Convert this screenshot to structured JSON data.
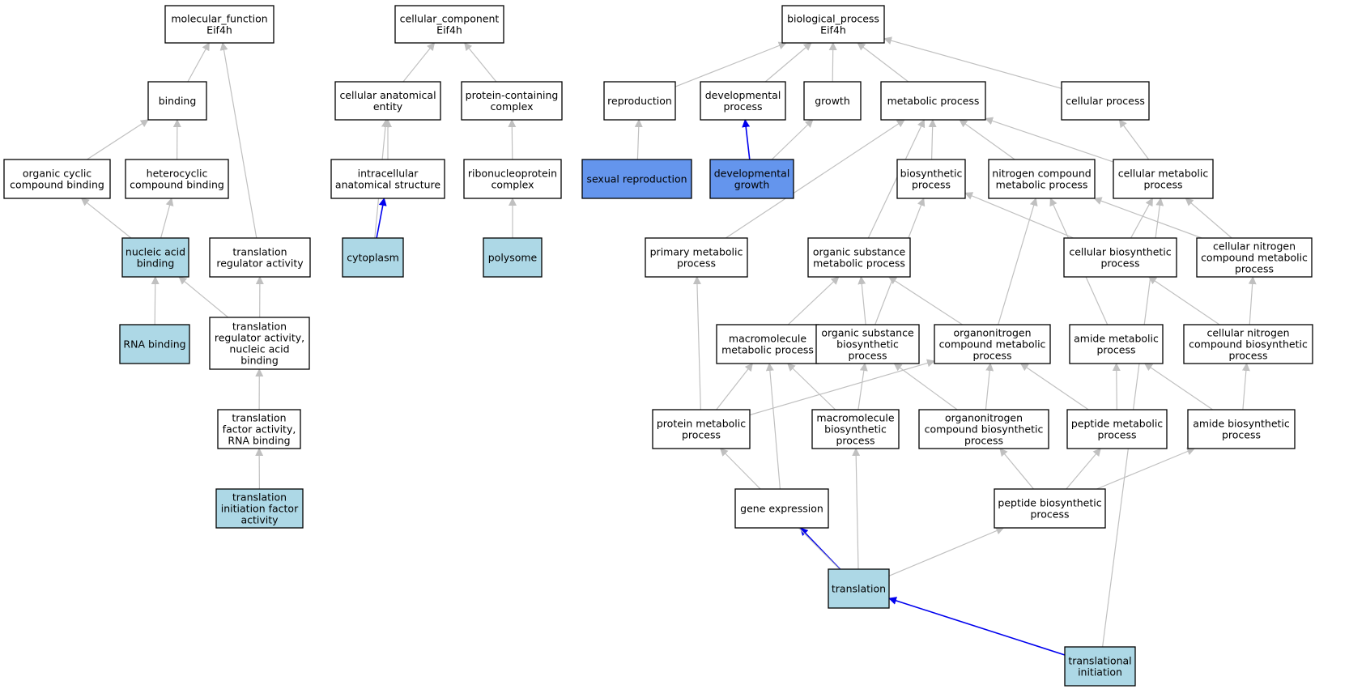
{
  "colors": {
    "edge": "#c0c0c0",
    "edge_highlight": "#0000ee",
    "node_default": "#ffffff",
    "node_light": "#add8e6",
    "node_dark": "#6495ed",
    "border": "#000000"
  },
  "nodes": [
    {
      "id": "mf_root",
      "lines": [
        "molecular_function",
        "Eif4h"
      ],
      "style": "default"
    },
    {
      "id": "binding",
      "lines": [
        "binding"
      ],
      "style": "default"
    },
    {
      "id": "organic_cyclic",
      "lines": [
        "organic cyclic",
        "compound binding"
      ],
      "style": "default"
    },
    {
      "id": "heterocyclic",
      "lines": [
        "heterocyclic",
        "compound binding"
      ],
      "style": "default"
    },
    {
      "id": "nucleic_acid_binding",
      "lines": [
        "nucleic acid",
        "binding"
      ],
      "style": "light"
    },
    {
      "id": "translation_regulator",
      "lines": [
        "translation",
        "regulator activity"
      ],
      "style": "default"
    },
    {
      "id": "rna_binding",
      "lines": [
        "RNA binding"
      ],
      "style": "light"
    },
    {
      "id": "tra_nucleic",
      "lines": [
        "translation",
        "regulator activity,",
        "nucleic acid",
        "binding"
      ],
      "style": "default"
    },
    {
      "id": "tfa_rna",
      "lines": [
        "translation",
        "factor activity,",
        "RNA binding"
      ],
      "style": "default"
    },
    {
      "id": "tifa",
      "lines": [
        "translation",
        "initiation factor",
        "activity"
      ],
      "style": "light"
    },
    {
      "id": "cc_root",
      "lines": [
        "cellular_component",
        "Eif4h"
      ],
      "style": "default"
    },
    {
      "id": "cae",
      "lines": [
        "cellular anatomical",
        "entity"
      ],
      "style": "default"
    },
    {
      "id": "pcc",
      "lines": [
        "protein-containing",
        "complex"
      ],
      "style": "default"
    },
    {
      "id": "ias",
      "lines": [
        "intracellular",
        "anatomical structure"
      ],
      "style": "default"
    },
    {
      "id": "rnp",
      "lines": [
        "ribonucleoprotein",
        "complex"
      ],
      "style": "default"
    },
    {
      "id": "cytoplasm",
      "lines": [
        "cytoplasm"
      ],
      "style": "light"
    },
    {
      "id": "polysome",
      "lines": [
        "polysome"
      ],
      "style": "light"
    },
    {
      "id": "bp_root",
      "lines": [
        "biological_process",
        "Eif4h"
      ],
      "style": "default"
    },
    {
      "id": "reproduction",
      "lines": [
        "reproduction"
      ],
      "style": "default"
    },
    {
      "id": "devproc",
      "lines": [
        "developmental",
        "process"
      ],
      "style": "default"
    },
    {
      "id": "growth",
      "lines": [
        "growth"
      ],
      "style": "default"
    },
    {
      "id": "metproc",
      "lines": [
        "metabolic process"
      ],
      "style": "default"
    },
    {
      "id": "cellproc",
      "lines": [
        "cellular process"
      ],
      "style": "default"
    },
    {
      "id": "sexrep",
      "lines": [
        "sexual reproduction"
      ],
      "style": "dark"
    },
    {
      "id": "devgrowth",
      "lines": [
        "developmental",
        "growth"
      ],
      "style": "dark"
    },
    {
      "id": "biosyn",
      "lines": [
        "biosynthetic",
        "process"
      ],
      "style": "default"
    },
    {
      "id": "ncmp",
      "lines": [
        "nitrogen compound",
        "metabolic process"
      ],
      "style": "default"
    },
    {
      "id": "cmp",
      "lines": [
        "cellular metabolic",
        "process"
      ],
      "style": "default"
    },
    {
      "id": "pmp",
      "lines": [
        "primary metabolic",
        "process"
      ],
      "style": "default"
    },
    {
      "id": "osmp",
      "lines": [
        "organic substance",
        "metabolic process"
      ],
      "style": "default"
    },
    {
      "id": "cbp",
      "lines": [
        "cellular biosynthetic",
        "process"
      ],
      "style": "default"
    },
    {
      "id": "cncmp",
      "lines": [
        "cellular nitrogen",
        "compound metabolic",
        "process"
      ],
      "style": "default"
    },
    {
      "id": "mmp",
      "lines": [
        "macromolecule",
        "metabolic process"
      ],
      "style": "default"
    },
    {
      "id": "osbp",
      "lines": [
        "organic substance",
        "biosynthetic",
        "process"
      ],
      "style": "default"
    },
    {
      "id": "oncmp",
      "lines": [
        "organonitrogen",
        "compound metabolic",
        "process"
      ],
      "style": "default"
    },
    {
      "id": "amp",
      "lines": [
        "amide metabolic",
        "process"
      ],
      "style": "default"
    },
    {
      "id": "cncbp",
      "lines": [
        "cellular nitrogen",
        "compound biosynthetic",
        "process"
      ],
      "style": "default"
    },
    {
      "id": "protmp",
      "lines": [
        "protein metabolic",
        "process"
      ],
      "style": "default"
    },
    {
      "id": "mbp",
      "lines": [
        "macromolecule",
        "biosynthetic",
        "process"
      ],
      "style": "default"
    },
    {
      "id": "oncbp",
      "lines": [
        "organonitrogen",
        "compound biosynthetic",
        "process"
      ],
      "style": "default"
    },
    {
      "id": "pepmp",
      "lines": [
        "peptide metabolic",
        "process"
      ],
      "style": "default"
    },
    {
      "id": "abp",
      "lines": [
        "amide biosynthetic",
        "process"
      ],
      "style": "default"
    },
    {
      "id": "geneexp",
      "lines": [
        "gene expression"
      ],
      "style": "default"
    },
    {
      "id": "pepbp",
      "lines": [
        "peptide biosynthetic",
        "process"
      ],
      "style": "default"
    },
    {
      "id": "translation",
      "lines": [
        "translation"
      ],
      "style": "light"
    },
    {
      "id": "transinit",
      "lines": [
        "translational",
        "initiation"
      ],
      "style": "light"
    }
  ],
  "edges": [
    {
      "from": "binding",
      "to": "mf_root",
      "highlight": false
    },
    {
      "from": "translation_regulator",
      "to": "mf_root",
      "highlight": false
    },
    {
      "from": "organic_cyclic",
      "to": "binding",
      "highlight": false
    },
    {
      "from": "heterocyclic",
      "to": "binding",
      "highlight": false
    },
    {
      "from": "nucleic_acid_binding",
      "to": "organic_cyclic",
      "highlight": false
    },
    {
      "from": "nucleic_acid_binding",
      "to": "heterocyclic",
      "highlight": false
    },
    {
      "from": "rna_binding",
      "to": "nucleic_acid_binding",
      "highlight": false
    },
    {
      "from": "tra_nucleic",
      "to": "nucleic_acid_binding",
      "highlight": false
    },
    {
      "from": "tra_nucleic",
      "to": "translation_regulator",
      "highlight": false
    },
    {
      "from": "tfa_rna",
      "to": "tra_nucleic",
      "highlight": false
    },
    {
      "from": "tifa",
      "to": "tfa_rna",
      "highlight": false
    },
    {
      "from": "cae",
      "to": "cc_root",
      "highlight": false
    },
    {
      "from": "pcc",
      "to": "cc_root",
      "highlight": false
    },
    {
      "from": "ias",
      "to": "cae",
      "highlight": false
    },
    {
      "from": "cytoplasm",
      "to": "cae",
      "highlight": false
    },
    {
      "from": "cytoplasm",
      "to": "ias",
      "highlight": true
    },
    {
      "from": "rnp",
      "to": "pcc",
      "highlight": false
    },
    {
      "from": "polysome",
      "to": "rnp",
      "highlight": false
    },
    {
      "from": "reproduction",
      "to": "bp_root",
      "highlight": false
    },
    {
      "from": "devproc",
      "to": "bp_root",
      "highlight": false
    },
    {
      "from": "growth",
      "to": "bp_root",
      "highlight": false
    },
    {
      "from": "metproc",
      "to": "bp_root",
      "highlight": false
    },
    {
      "from": "cellproc",
      "to": "bp_root",
      "highlight": false
    },
    {
      "from": "sexrep",
      "to": "reproduction",
      "highlight": false
    },
    {
      "from": "devgrowth",
      "to": "devproc",
      "highlight": true
    },
    {
      "from": "devgrowth",
      "to": "growth",
      "highlight": false
    },
    {
      "from": "biosyn",
      "to": "metproc",
      "highlight": false
    },
    {
      "from": "ncmp",
      "to": "metproc",
      "highlight": false
    },
    {
      "from": "cmp",
      "to": "metproc",
      "highlight": false
    },
    {
      "from": "cmp",
      "to": "cellproc",
      "highlight": false
    },
    {
      "from": "pmp",
      "to": "metproc",
      "highlight": false
    },
    {
      "from": "osmp",
      "to": "metproc",
      "highlight": false
    },
    {
      "from": "cbp",
      "to": "biosyn",
      "highlight": false
    },
    {
      "from": "cbp",
      "to": "cmp",
      "highlight": false
    },
    {
      "from": "cncmp",
      "to": "ncmp",
      "highlight": false
    },
    {
      "from": "cncmp",
      "to": "cmp",
      "highlight": false
    },
    {
      "from": "mmp",
      "to": "osmp",
      "highlight": false
    },
    {
      "from": "osbp",
      "to": "osmp",
      "highlight": false
    },
    {
      "from": "osbp",
      "to": "biosyn",
      "highlight": false
    },
    {
      "from": "oncmp",
      "to": "osmp",
      "highlight": false
    },
    {
      "from": "oncmp",
      "to": "ncmp",
      "highlight": false
    },
    {
      "from": "amp",
      "to": "ncmp",
      "highlight": false
    },
    {
      "from": "cncbp",
      "to": "cbp",
      "highlight": false
    },
    {
      "from": "cncbp",
      "to": "cncmp",
      "highlight": false
    },
    {
      "from": "protmp",
      "to": "pmp",
      "highlight": false
    },
    {
      "from": "protmp",
      "to": "mmp",
      "highlight": false
    },
    {
      "from": "protmp",
      "to": "oncmp",
      "highlight": false
    },
    {
      "from": "mbp",
      "to": "mmp",
      "highlight": false
    },
    {
      "from": "mbp",
      "to": "osbp",
      "highlight": false
    },
    {
      "from": "oncbp",
      "to": "oncmp",
      "highlight": false
    },
    {
      "from": "oncbp",
      "to": "osbp",
      "highlight": false
    },
    {
      "from": "pepmp",
      "to": "amp",
      "highlight": false
    },
    {
      "from": "pepmp",
      "to": "oncmp",
      "highlight": false
    },
    {
      "from": "abp",
      "to": "amp",
      "highlight": false
    },
    {
      "from": "abp",
      "to": "cncbp",
      "highlight": false
    },
    {
      "from": "geneexp",
      "to": "mmp",
      "highlight": false
    },
    {
      "from": "pepbp",
      "to": "pepmp",
      "highlight": false
    },
    {
      "from": "pepbp",
      "to": "oncbp",
      "highlight": false
    },
    {
      "from": "pepbp",
      "to": "abp",
      "highlight": false
    },
    {
      "from": "translation",
      "to": "geneexp",
      "highlight": true
    },
    {
      "from": "translation",
      "to": "protmp",
      "highlight": false
    },
    {
      "from": "translation",
      "to": "mbp",
      "highlight": false
    },
    {
      "from": "translation",
      "to": "pepbp",
      "highlight": false
    },
    {
      "from": "transinit",
      "to": "translation",
      "highlight": true
    },
    {
      "from": "transinit",
      "to": "cmp",
      "highlight": false
    }
  ]
}
